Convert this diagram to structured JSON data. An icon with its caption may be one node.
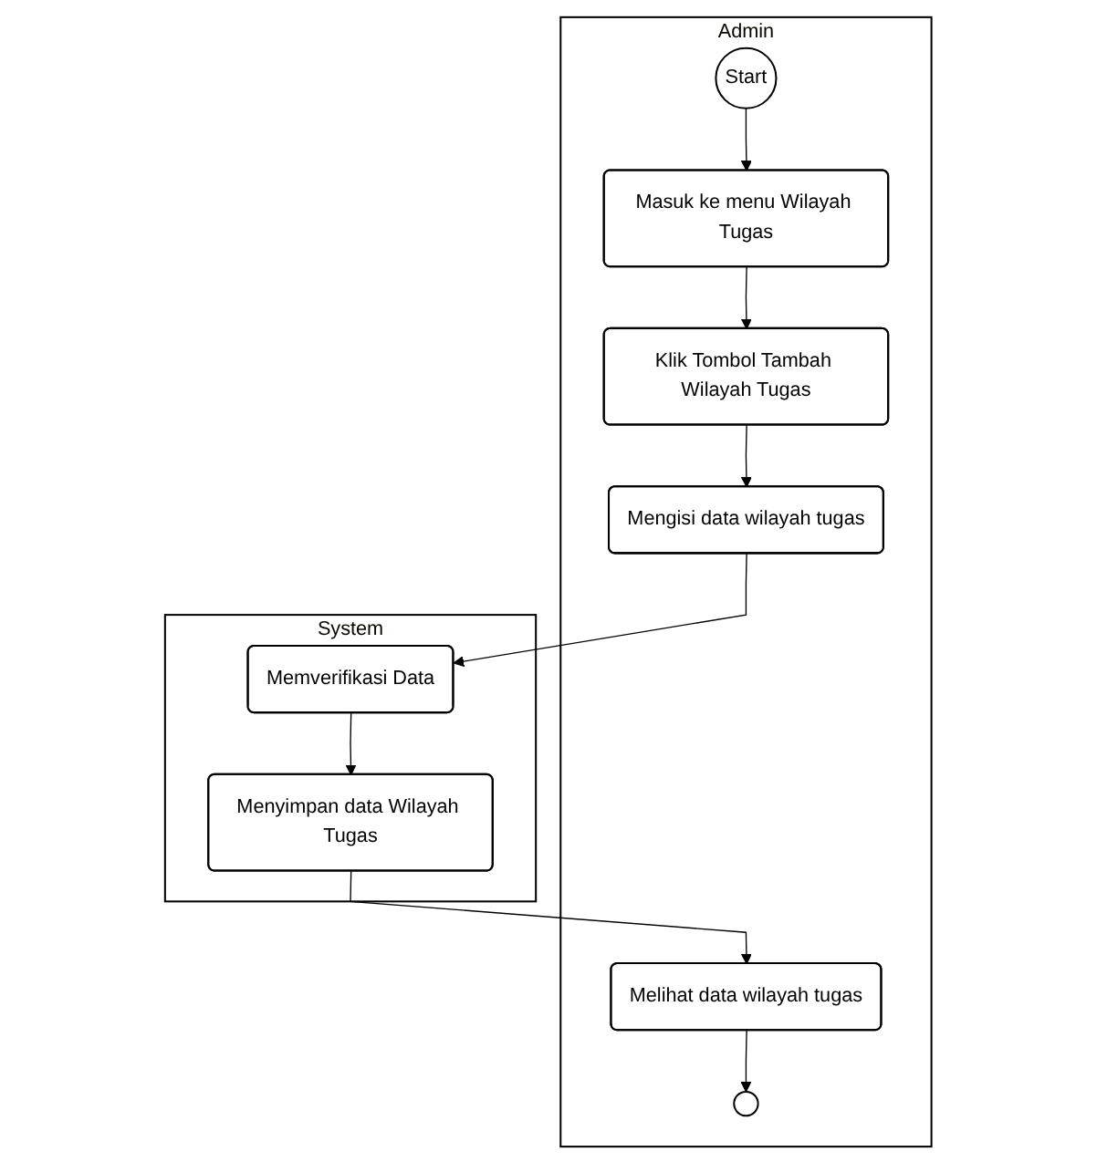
{
  "diagram": {
    "nodes": [
      {
        "text": [
          "Admin"
        ]
      },
      {
        "text": [
          "System"
        ]
      },
      {
        "text": [
          "Start"
        ],
        "in": 0
      },
      {
        "text": [
          "Masuk ke menu Wilayah Tugas"
        ],
        "in": 0
      },
      {
        "text": [
          "Klik Tombol Tambah Wilayah Tugas"
        ],
        "in": 0
      },
      {
        "text": [
          "Mengisi data wilayah tugas"
        ],
        "in": 0
      },
      {
        "text": [
          "Memverifikasi Data"
        ],
        "in": 1
      },
      {
        "text": [
          "Menyimpan data Wilayah Tugas"
        ],
        "in": 1
      },
      {
        "text": [
          "Melihat data wilayah tugas"
        ],
        "in": 0
      },
      {
        "text": [],
        "shape": "circle",
        "in": 0
      }
    ],
    "edges": [
      {
        "from": 2,
        "to": 3,
        "arrow": "to"
      },
      {
        "from": 3,
        "to": 4,
        "arrow": "to"
      },
      {
        "from": 4,
        "to": 5,
        "arrow": "to"
      },
      {
        "from": 5,
        "to": 6,
        "arrow": "to"
      },
      {
        "from": 6,
        "to": 7,
        "arrow": "to"
      },
      {
        "from": 7,
        "to": 8,
        "arrow": "to"
      },
      {
        "from": 8,
        "to": 9,
        "arrow": "to"
      }
    ]
  }
}
